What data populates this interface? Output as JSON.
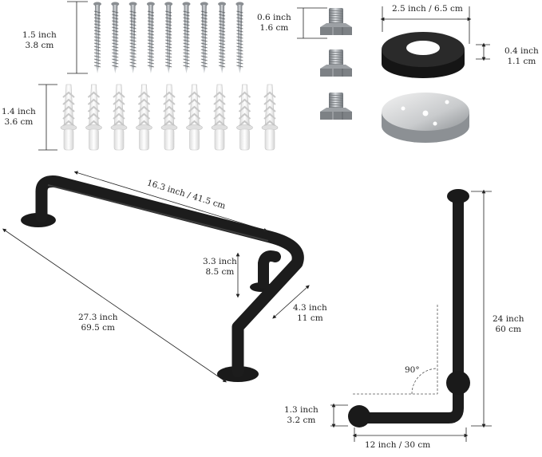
{
  "screws": {
    "inch": "1.5 inch",
    "cm": "3.8 cm"
  },
  "anchors": {
    "inch": "1.4 inch",
    "cm": "3.6 cm"
  },
  "bolt": {
    "inch": "0.6 inch",
    "cm": "1.6 cm"
  },
  "flange": {
    "diameter": "2.5 inch / 6.5 cm",
    "h_inch": "0.4 inch",
    "h_cm": "1.1 cm"
  },
  "straight_bar": {
    "length": "16.3 inch / 41.5 cm",
    "diag_inch": "27.3 inch",
    "diag_cm": "69.5 cm",
    "depth_inch": "3.3 inch",
    "depth_cm": "8.5 cm",
    "width_inch": "4.3 inch",
    "width_cm": "11 cm"
  },
  "l_bar": {
    "height_inch": "24 inch",
    "height_cm": "60 cm",
    "angle": "90°",
    "post_inch": "1.3 inch",
    "post_cm": "3.2 cm",
    "width": "12 inch / 30 cm"
  },
  "colors": {
    "bar": "#1a1a1a",
    "steel": "#9a9ea3",
    "plastic": "#f4f4f4"
  }
}
